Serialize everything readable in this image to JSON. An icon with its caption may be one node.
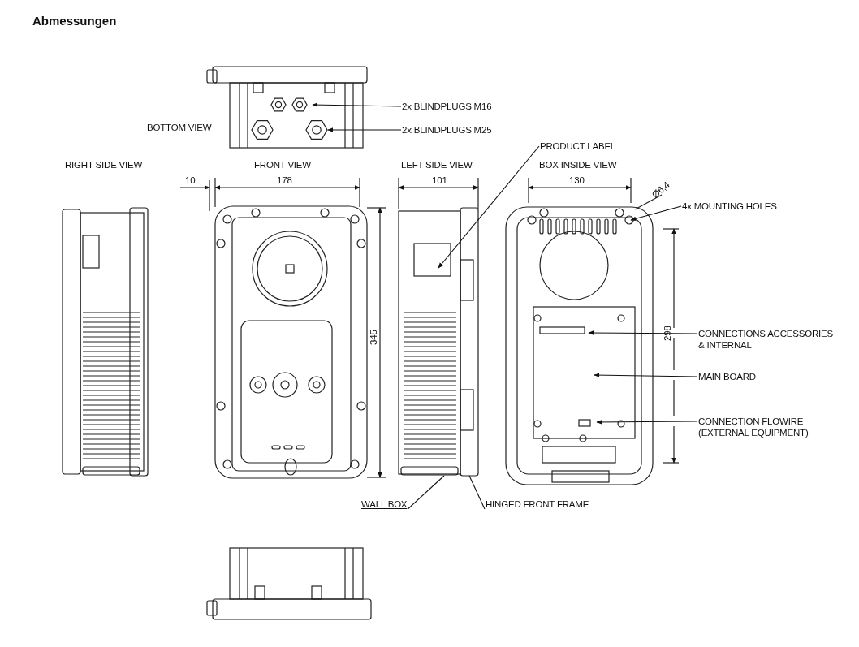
{
  "diagram": {
    "title": "Abmessungen",
    "nodes": [
      {
        "text": [
          "2x BLINDPLUGS M16"
        ]
      },
      {
        "text": [
          "2x BLINDPLUGS M25"
        ]
      },
      {
        "text": [
          "PRODUCT LABEL"
        ]
      },
      {
        "text": [
          "4x MOUNTING HOLES"
        ]
      },
      {
        "text": [
          "CONNECTIONS ACCESSORIES & INTERNAL"
        ]
      },
      {
        "text": [
          "MAIN BOARD"
        ]
      },
      {
        "text": [
          "CONNECTION FLOWIRE (EXTERNAL EQUIPMENT)"
        ]
      },
      {
        "text": [
          "WALL BOX"
        ]
      },
      {
        "text": [
          "HINGED FRONT FRAME"
        ]
      },
      {
        "text": [],
        "shape": "picture"
      },
      {
        "text": [],
        "shape": "picture"
      }
    ],
    "edges": [
      {
        "from": 0,
        "to": null,
        "arrow": "to"
      },
      {
        "from": 1,
        "to": null,
        "arrow": "to"
      },
      {
        "from": 2,
        "to": 9,
        "arrow": "to"
      },
      {
        "from": 3,
        "to": 10,
        "arrow": "to"
      },
      {
        "from": 4,
        "to": 10,
        "arrow": "to"
      },
      {
        "from": 5,
        "to": 10,
        "arrow": "to"
      },
      {
        "from": 6,
        "to": 10,
        "arrow": "to"
      },
      {
        "from": 7,
        "to": 9,
        "arrow": "none"
      },
      {
        "from": 8,
        "to": 9,
        "arrow": "none"
      }
    ],
    "labels": [
      "BOTTOM VIEW",
      "RIGHT SIDE VIEW",
      "FRONT VIEW",
      "LEFT SIDE VIEW",
      "BOX INSIDE VIEW",
      "10",
      "178",
      "101",
      "130",
      "Ø6,4",
      "345",
      "298"
    ]
  }
}
